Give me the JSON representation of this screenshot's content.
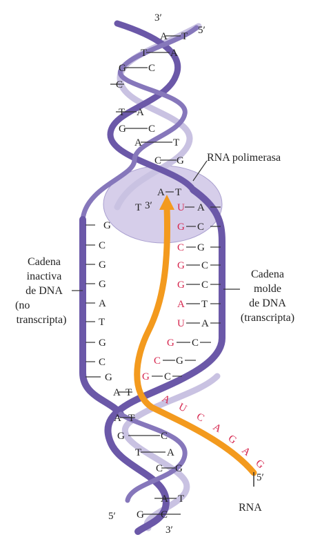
{
  "colors": {
    "strand_purple": "#6b58a8",
    "strand_light": "#c9c2e2",
    "rna_orange": "#f39a1e",
    "rna_base_red": "#d6264e",
    "polymerase_fill": "#cfc6e6"
  },
  "labels": {
    "rna_polymerase": "RNA polimerasa",
    "inactive_strand": [
      "Cadena",
      "inactiva",
      "de DNA",
      "(no",
      "transcripta)"
    ],
    "template_strand": [
      "Cadena",
      "molde",
      "de DNA",
      "(transcripta)"
    ],
    "rna": "RNA"
  },
  "ends": {
    "top_3": "3′",
    "top_5": "5′",
    "bottom_5": "5′",
    "bottom_3": "3′",
    "rna_5": "5′",
    "rna_3": "3′"
  },
  "top_pairs": [
    {
      "l": "A",
      "r": "T"
    },
    {
      "l": "T",
      "r": "A"
    },
    {
      "l": "G",
      "r": "C"
    },
    {
      "l": "C",
      "r": ""
    },
    {
      "l": "T",
      "r": "A"
    },
    {
      "l": "G",
      "r": "C"
    },
    {
      "l": "A",
      "r": "T"
    },
    {
      "l": "C",
      "r": "G"
    }
  ],
  "bubble_pairs": [
    {
      "dna_left": "A",
      "dna_right": "T",
      "rna": ""
    },
    {
      "dna_left": "T",
      "dna_right": "A",
      "rna": "U"
    },
    {
      "dna_left": "G",
      "dna_right": "C",
      "rna": "G"
    },
    {
      "dna_left": "C",
      "dna_right": "G",
      "rna": "C"
    },
    {
      "dna_left": "G",
      "dna_right": "C",
      "rna": "G"
    },
    {
      "dna_left": "G",
      "dna_right": "C",
      "rna": "G"
    },
    {
      "dna_left": "A",
      "dna_right": "T",
      "rna": "A"
    },
    {
      "dna_left": "T",
      "dna_right": "A",
      "rna": "U"
    },
    {
      "dna_left": "G",
      "dna_right": "C",
      "rna": "G"
    },
    {
      "dna_left": "C",
      "dna_right": "G",
      "rna": "C"
    },
    {
      "dna_left": "G",
      "dna_right": "C",
      "rna": "G"
    }
  ],
  "rna_tail": [
    "A",
    "U",
    "C",
    "A",
    "G",
    "A",
    "G"
  ],
  "bottom_pairs": [
    {
      "l": "A",
      "r": "T"
    },
    {
      "l": "A",
      "r": "T"
    },
    {
      "l": "G",
      "r": "C"
    },
    {
      "l": "T",
      "r": "A"
    },
    {
      "l": "C",
      "r": "G"
    },
    {
      "l": "A",
      "r": "T"
    },
    {
      "l": "G",
      "r": "C"
    }
  ]
}
